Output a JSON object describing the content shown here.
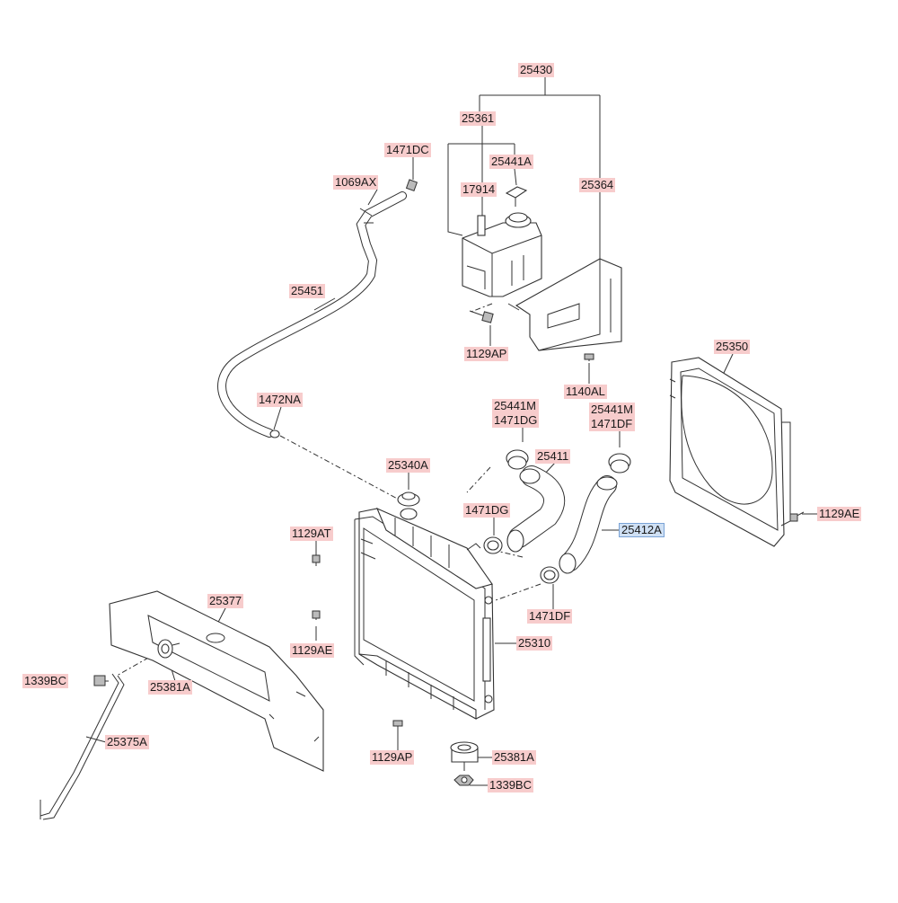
{
  "labels": {
    "p25430": "25430",
    "p25361": "25361",
    "p1471DC": "1471DC",
    "p25441A": "25441A",
    "p1069AX": "1069AX",
    "p17914": "17914",
    "p25364": "25364",
    "p25451": "25451",
    "p1129AP_top": "1129AP",
    "p1140AL": "1140AL",
    "p25350": "25350",
    "p1472NA": "1472NA",
    "p25441M_a": "25441M",
    "p1471DG_a": "1471DG",
    "p25441M_b": "25441M",
    "p1471DF_a": "1471DF",
    "p25411": "25411",
    "p25340A": "25340A",
    "p1471DG_b": "1471DG",
    "p1129AT": "1129AT",
    "p25412A": "25412A",
    "p1129AE_right": "1129AE",
    "p25377": "25377",
    "p1471DF_b": "1471DF",
    "p1129AE_left": "1129AE",
    "p25310": "25310",
    "p1339BC_left": "1339BC",
    "p25381A_left": "25381A",
    "p25375A": "25375A",
    "p1129AP_bottom": "1129AP",
    "p25381A_bottom": "25381A",
    "p1339BC_bottom": "1339BC"
  },
  "colors": {
    "label_bg": "#f7cccc",
    "highlight_bg": "#cfe0f4",
    "line": "#333333"
  }
}
